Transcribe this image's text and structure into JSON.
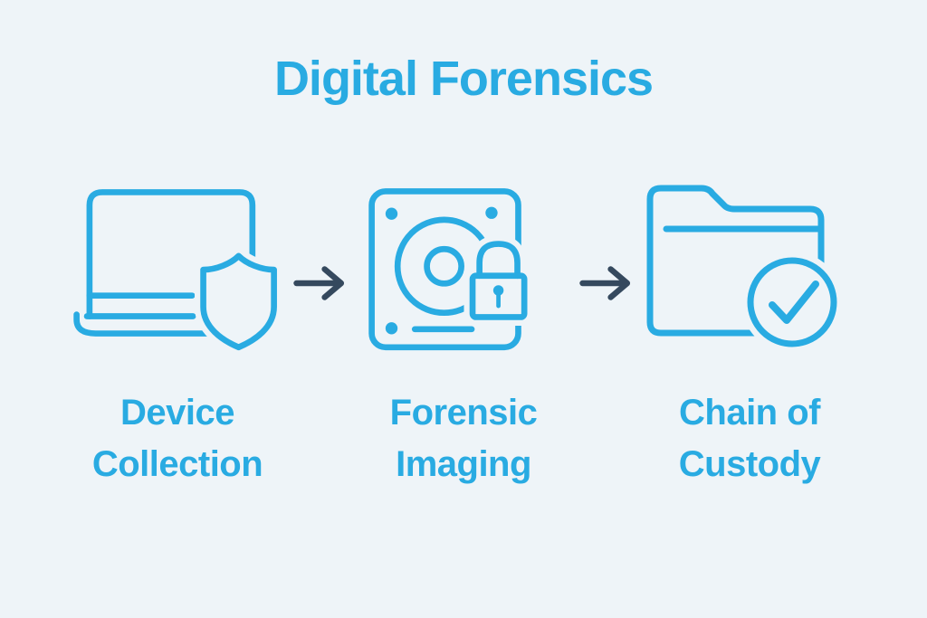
{
  "title": "Digital Forensics",
  "colors": {
    "background": "#eef4f8",
    "primary": "#29abe2",
    "arrow": "#35495e"
  },
  "steps": [
    {
      "icon": "laptop-shield-icon",
      "label_line1": "Device",
      "label_line2": "Collection"
    },
    {
      "icon": "harddrive-lock-icon",
      "label_line1": "Forensic",
      "label_line2": "Imaging"
    },
    {
      "icon": "folder-check-icon",
      "label_line1": "Chain of",
      "label_line2": "Custody"
    }
  ],
  "connector": "right-arrow"
}
